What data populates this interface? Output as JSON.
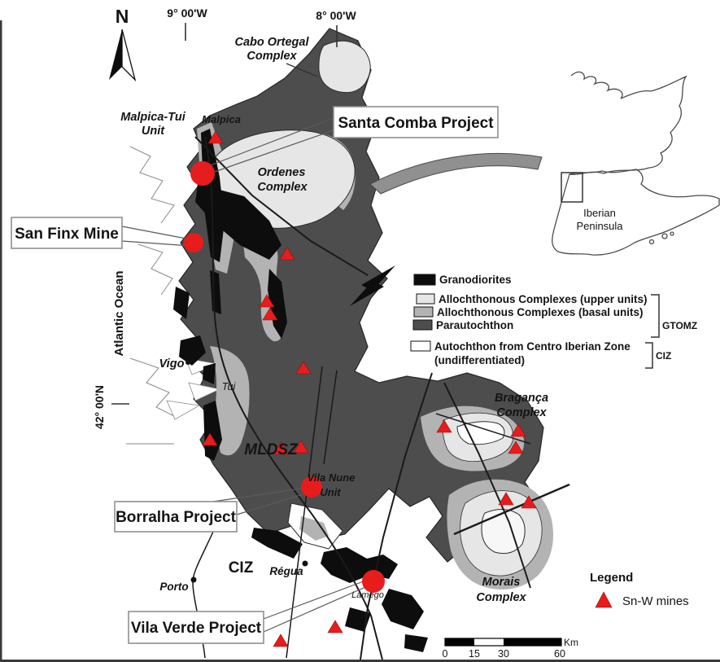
{
  "colors": {
    "parautochthon": "#4d4d4d",
    "allochthonous_upper": "#e6e6e6",
    "allochthonous_basal": "#b3b3b3",
    "granodiorites": "#0d0d0d",
    "autochthon": "#ffffff",
    "mine_marker": "#e81c1c",
    "lamego_text": "#6a3fa0"
  },
  "compass": {
    "label": "N"
  },
  "graticule": {
    "lon1": "9° 00'W",
    "lon2": "8° 00'W",
    "lat": "42° 00'N"
  },
  "places": {
    "cabo_ortegal": [
      "Cabo Ortegal",
      "Complex"
    ],
    "malpica_tui": [
      "Malpica-Tui",
      "Unit"
    ],
    "malpica": "Malpica",
    "ordenes": [
      "Ordenes",
      "Complex"
    ],
    "atlantic_ocean": "Atlantic Ocean",
    "vigo": "Vigo",
    "tui": "Tui",
    "mldsz": "MLDSZ",
    "vila_nune": [
      "Vila Nune",
      "Unit"
    ],
    "braganca": [
      "Bragança",
      "Complex"
    ],
    "morais": [
      "Morais",
      "Complex"
    ],
    "ciz": "CIZ",
    "regua": "Régua",
    "porto": "Porto",
    "lamego": "Lamego",
    "iberian_peninsula": [
      "Iberian",
      "Peninsula"
    ]
  },
  "callouts": {
    "santa_comba": "Santa Comba Project",
    "san_finx": "San Finx Mine",
    "borralha": "Borralha Project",
    "vila_verde": "Vila Verde Project"
  },
  "geology_legend": {
    "items": [
      {
        "label": "Granodiorites"
      },
      {
        "label": "Allochthonous Complexes (upper units)"
      },
      {
        "label": "Allochthonous Complexes (basal units)"
      },
      {
        "label": "Parautochthon"
      },
      {
        "label": "Autochthon from Centro Iberian Zone",
        "label2": "(undifferentiated)"
      }
    ],
    "groups": [
      "GTOMZ",
      "CIZ"
    ]
  },
  "mines_legend": {
    "title": "Legend",
    "sn_w": "Sn-W mines"
  },
  "scale_bar": {
    "ticks": [
      "0",
      "15",
      "30",
      "60"
    ],
    "unit": "Km"
  }
}
